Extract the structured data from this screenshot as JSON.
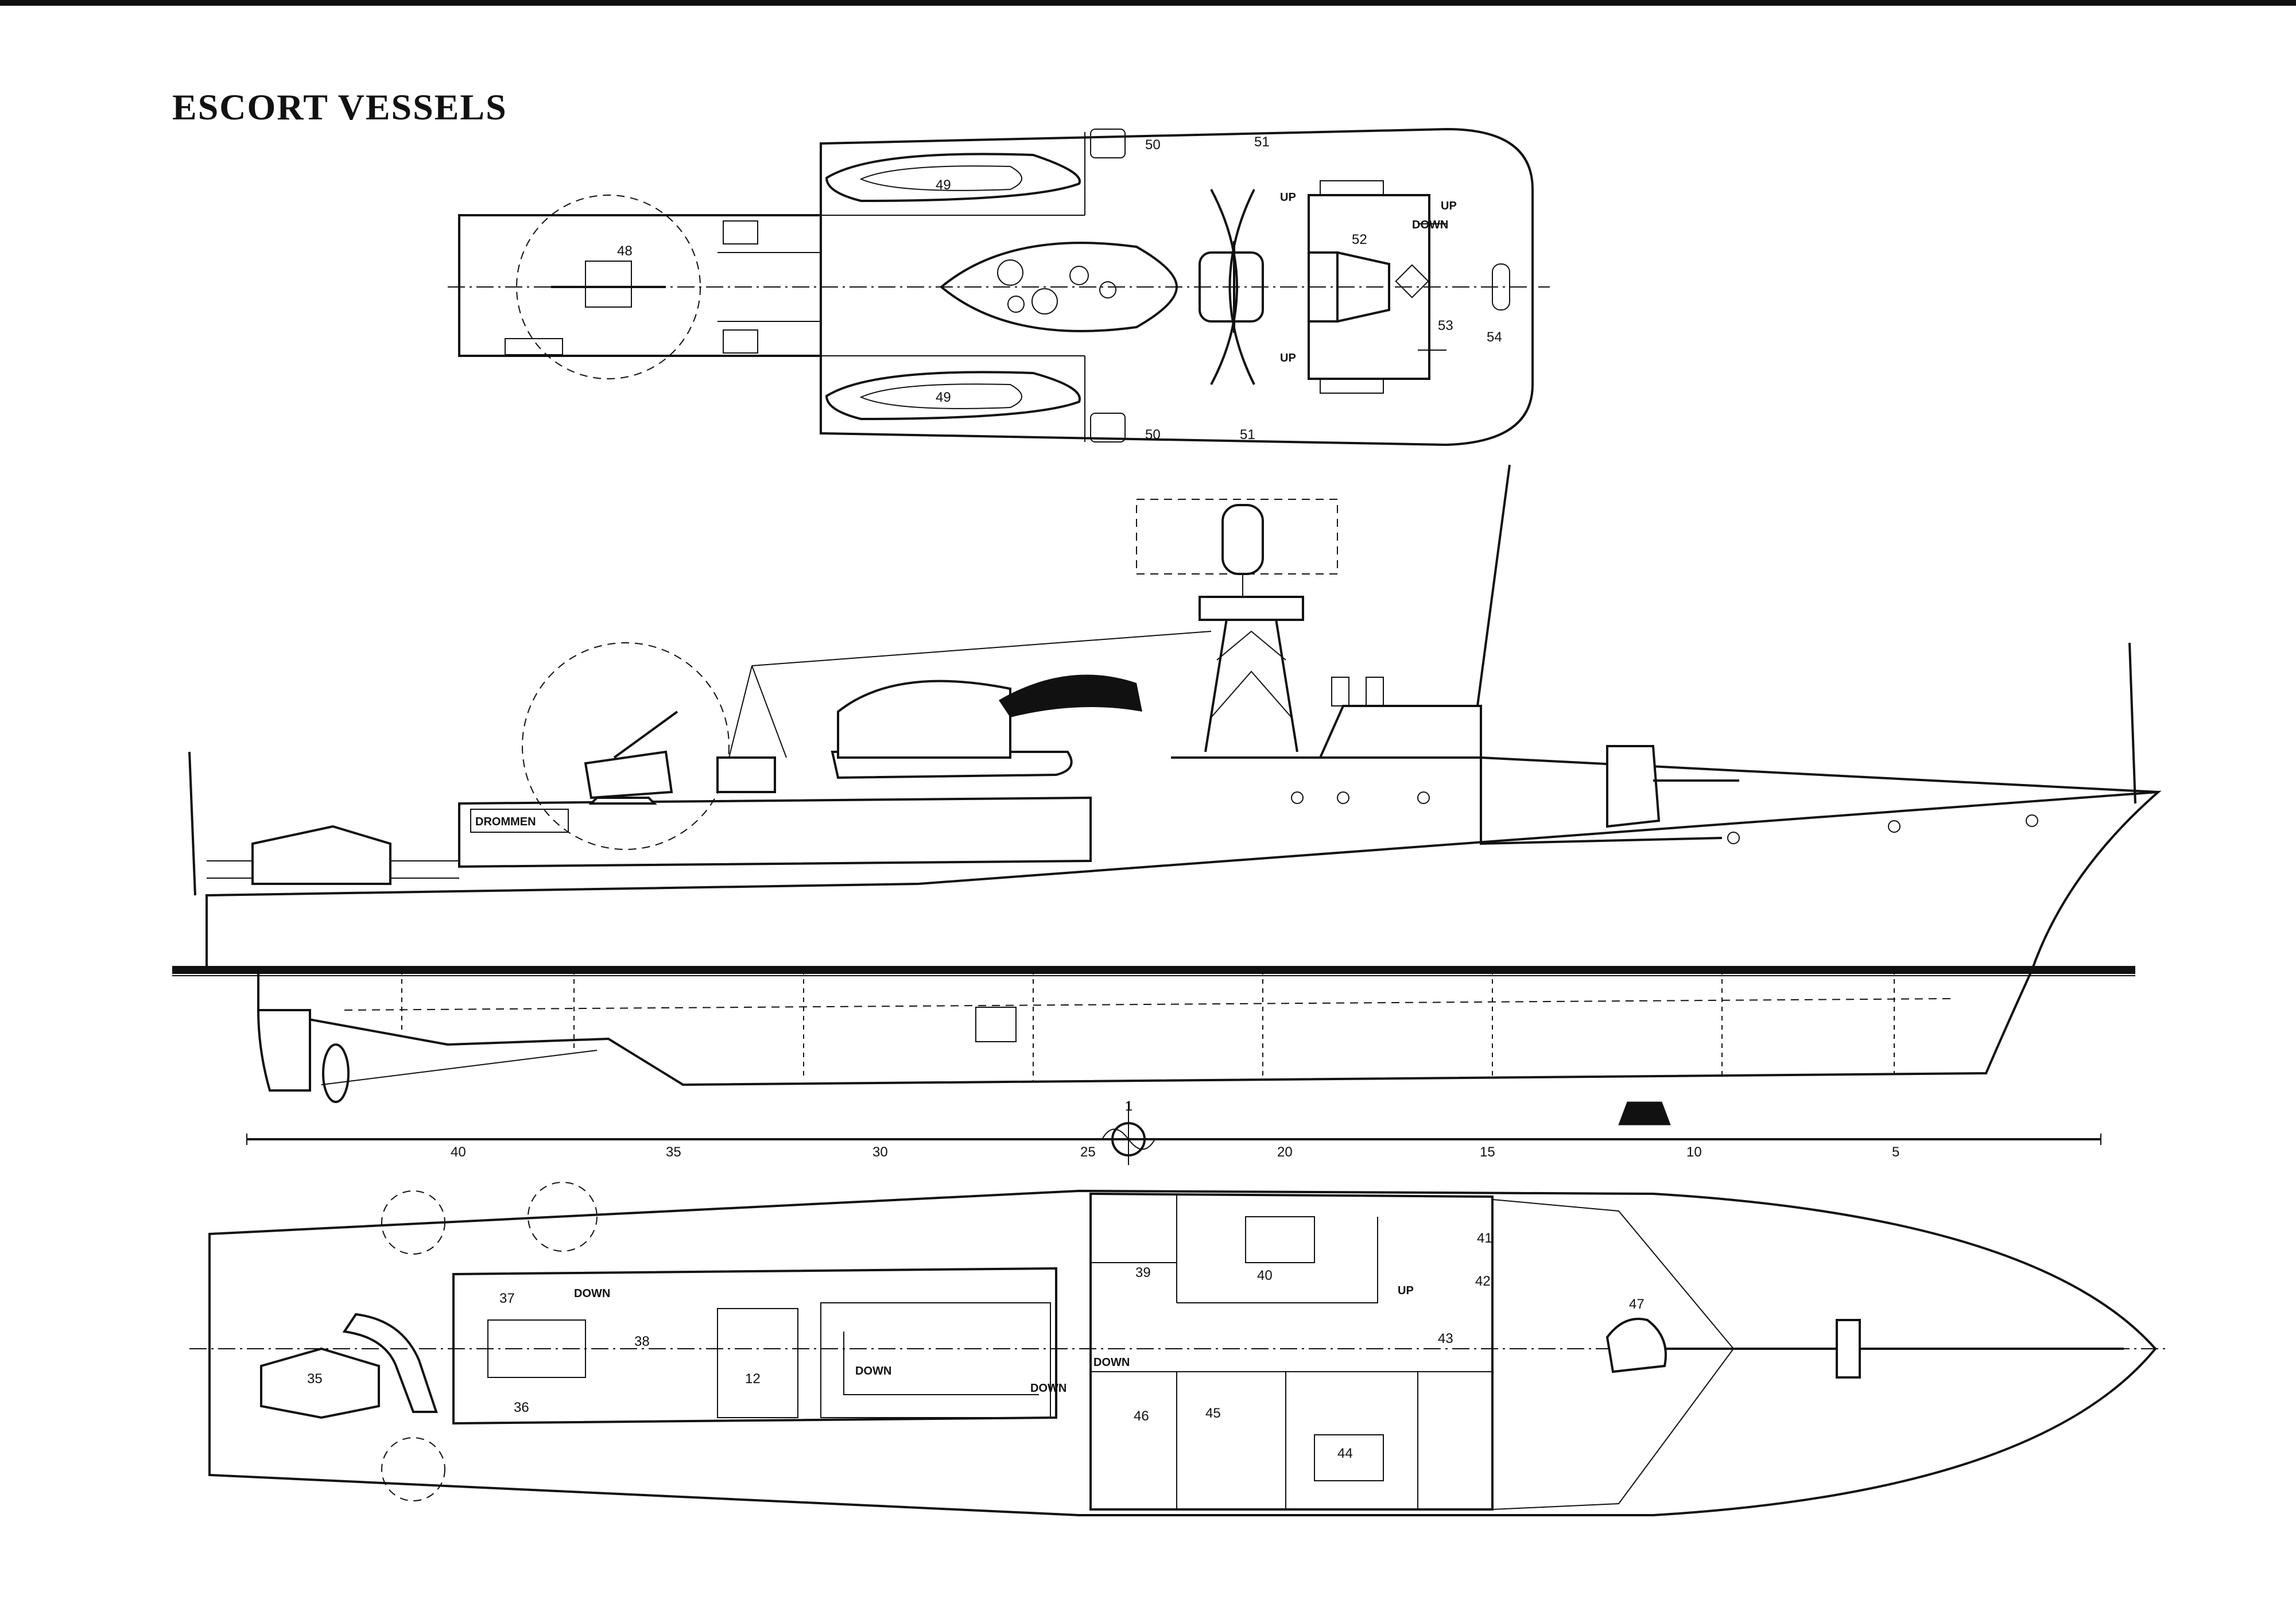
{
  "title": "ESCORT VESSELS",
  "upper_deck_plan": {
    "labels": [
      "48",
      "49",
      "49",
      "50",
      "50",
      "51",
      "51",
      "52",
      "53",
      "54"
    ],
    "notes": [
      "UP",
      "UP",
      "DOWN",
      "UP"
    ]
  },
  "profile": {
    "nameboard": "DROMMEN"
  },
  "scale": {
    "ticks": [
      "40",
      "35",
      "30",
      "25",
      "20",
      "15",
      "10",
      "5"
    ],
    "station_mark": "1"
  },
  "main_deck_plan": {
    "labels": [
      "35",
      "36",
      "37",
      "38",
      "12",
      "39",
      "40",
      "41",
      "42",
      "43",
      "44",
      "45",
      "46",
      "47"
    ],
    "notes": [
      "DOWN",
      "DOWN",
      "DOWN",
      "DOWN",
      "UP"
    ]
  }
}
